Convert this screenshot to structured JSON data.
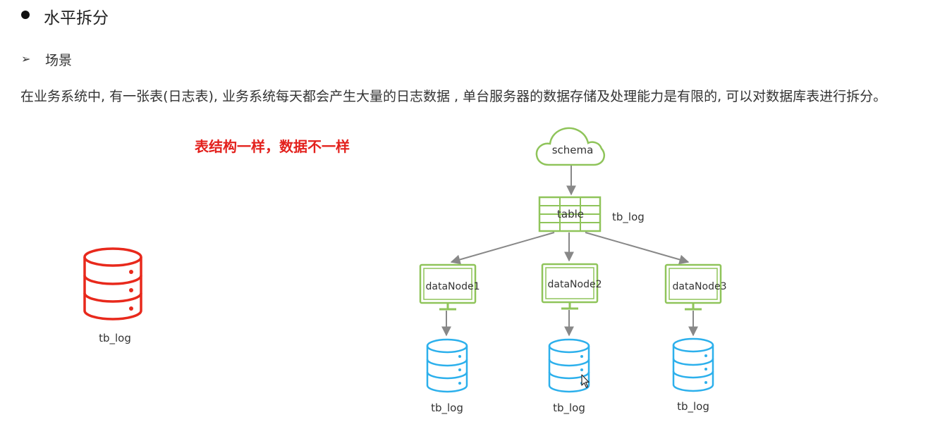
{
  "heading": {
    "title": "水平拆分"
  },
  "scene": {
    "label": "场景"
  },
  "description": "在业务系统中, 有一张表(日志表), 业务系统每天都会产生大量的日志数据 , 单台服务器的数据存储及处理能力是有限的, 可以对数据库表进行拆分。",
  "note": "表结构一样，数据不一样",
  "diagram": {
    "single_db_label": "tb_log",
    "schema_label": "schema",
    "table_label": "table",
    "table_name": "tb_log",
    "nodes": [
      {
        "label": "dataNode1",
        "db_label": "tb_log"
      },
      {
        "label": "dataNode2",
        "db_label": "tb_log"
      },
      {
        "label": "dataNode3",
        "db_label": "tb_log"
      }
    ]
  },
  "colors": {
    "red_db": "#e8291c",
    "green": "#8fc45a",
    "blue_db": "#2cb0ec",
    "arrow": "#888888",
    "note": "#e3211d"
  }
}
